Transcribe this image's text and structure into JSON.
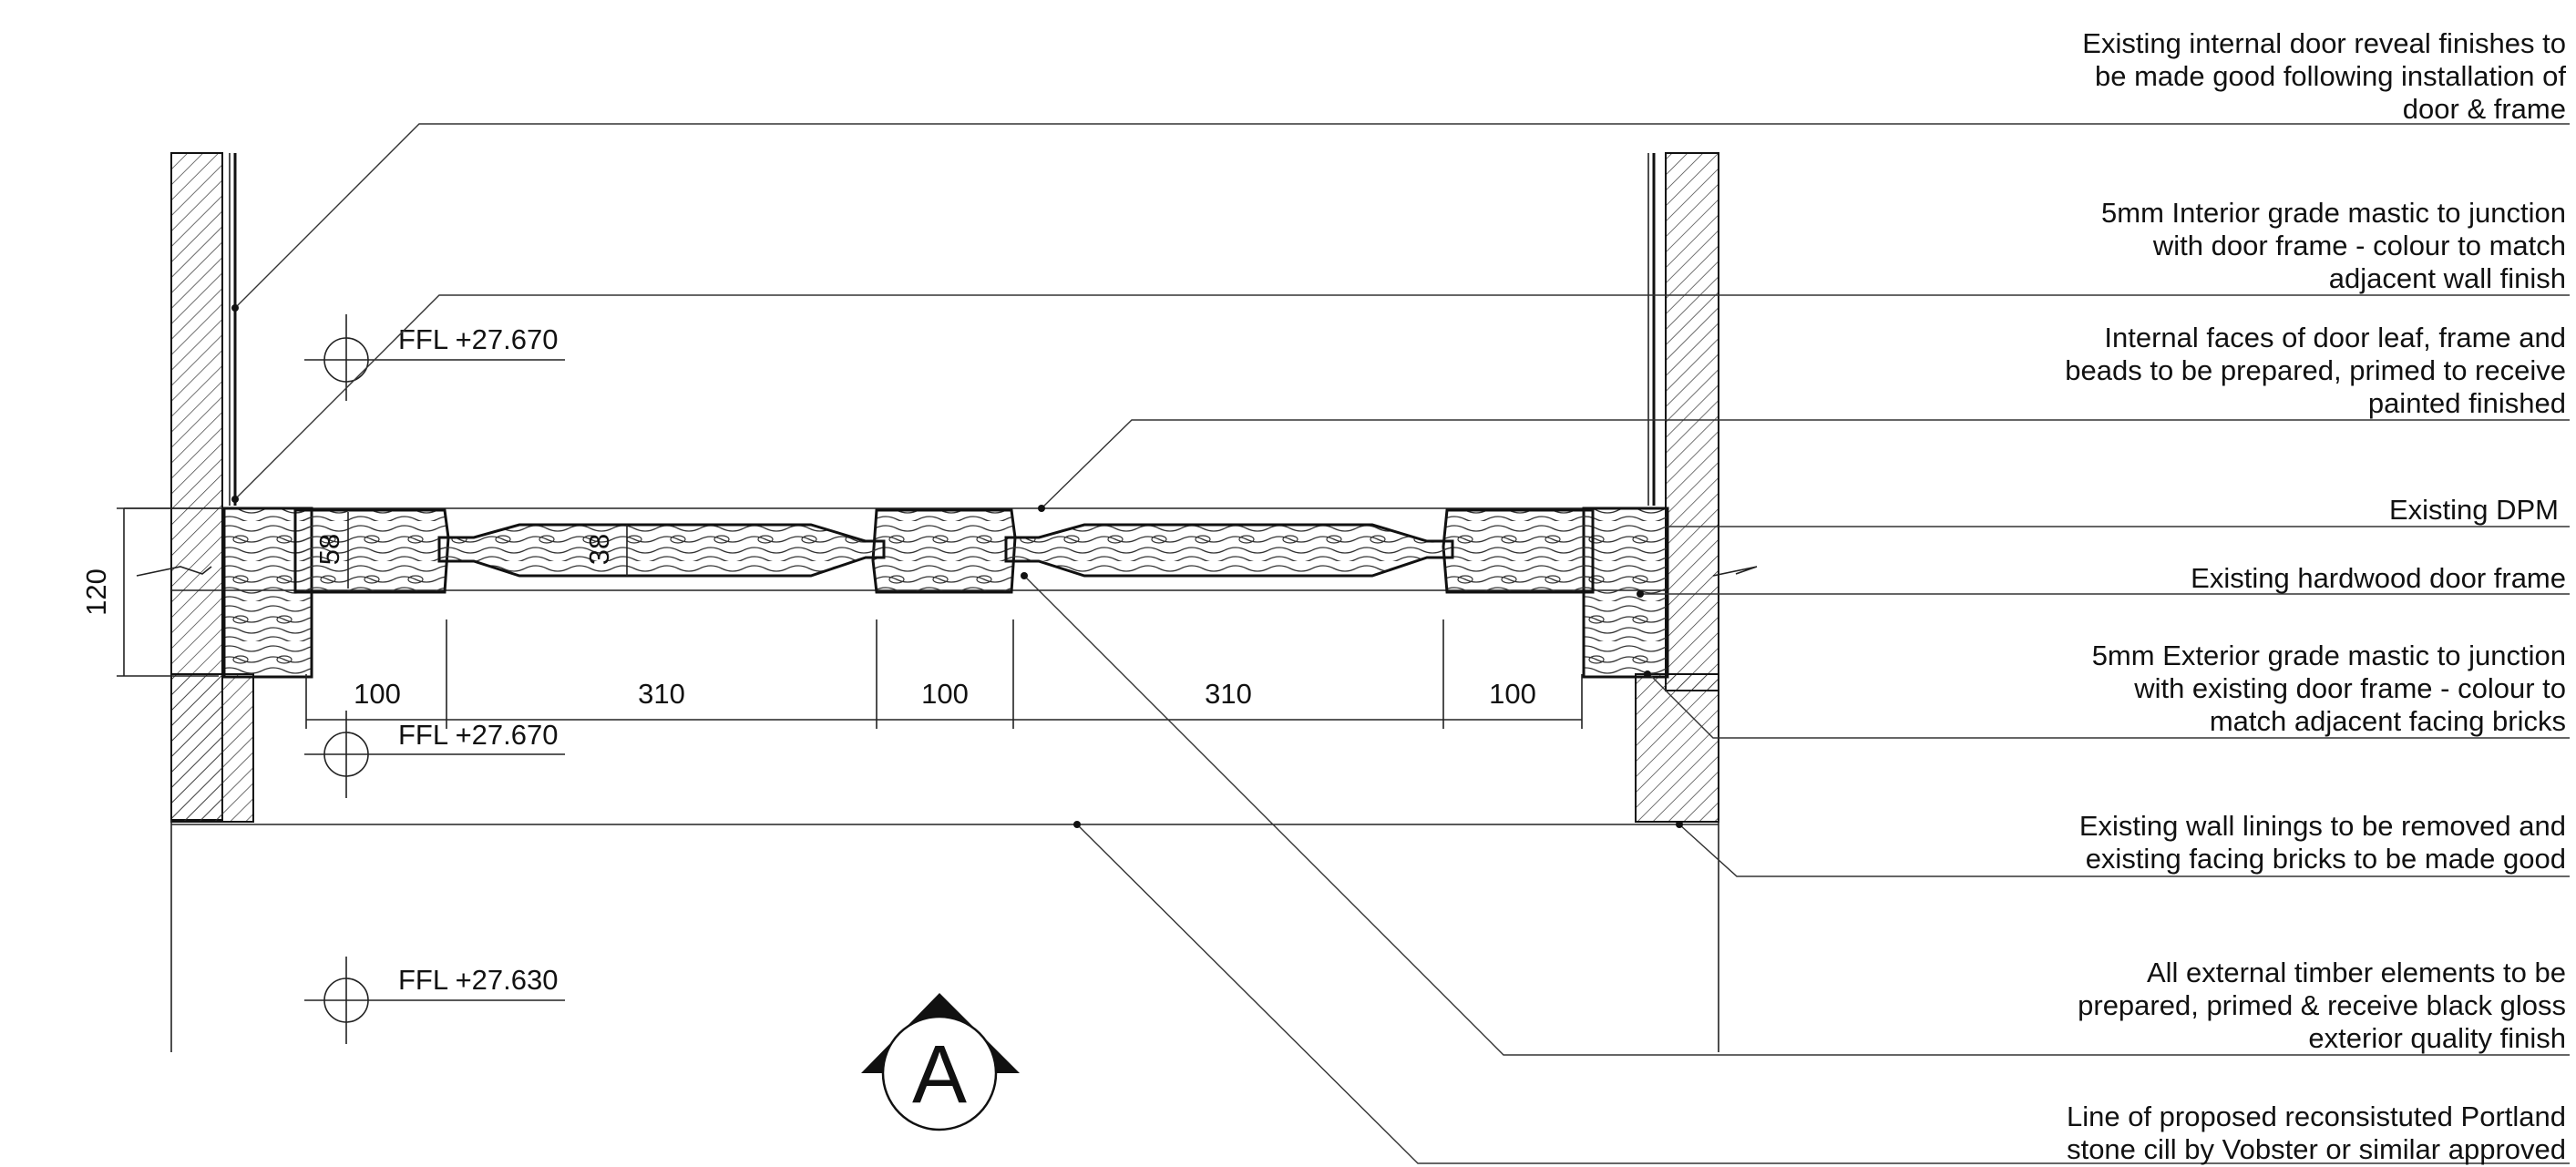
{
  "notes": [
    {
      "lines": [
        "Existing internal door reveal finishes to",
        "be made good following installation of",
        "door & frame"
      ]
    },
    {
      "lines": [
        "5mm Interior grade mastic to junction",
        "with door frame - colour to match",
        "adjacent wall finish"
      ]
    },
    {
      "lines": [
        "Internal faces of door leaf, frame and",
        "beads to be prepared, primed to receive",
        "painted finished"
      ]
    },
    {
      "lines": [
        "Existing DPM"
      ]
    },
    {
      "lines": [
        "Existing hardwood door frame"
      ]
    },
    {
      "lines": [
        "5mm Exterior grade mastic to junction",
        "with existing door frame - colour to",
        "match adjacent facing bricks"
      ]
    },
    {
      "lines": [
        "Existing wall linings to be removed and",
        "existing facing bricks to be made good"
      ]
    },
    {
      "lines": [
        "All external timber elements to be",
        "prepared, primed & receive black gloss",
        "exterior quality finish"
      ]
    },
    {
      "lines": [
        "Line of proposed reconsistuted Portland",
        "stone cill by Vobster or similar approved"
      ]
    }
  ],
  "levels": [
    "FFL +27.670",
    "FFL +27.670",
    "FFL +27.630"
  ],
  "dimensions": {
    "bottom": [
      "100",
      "310",
      "100",
      "310",
      "100"
    ],
    "stile_depth": "58",
    "panel_depth": "38",
    "overall_height": "120"
  },
  "section_marker": "A"
}
